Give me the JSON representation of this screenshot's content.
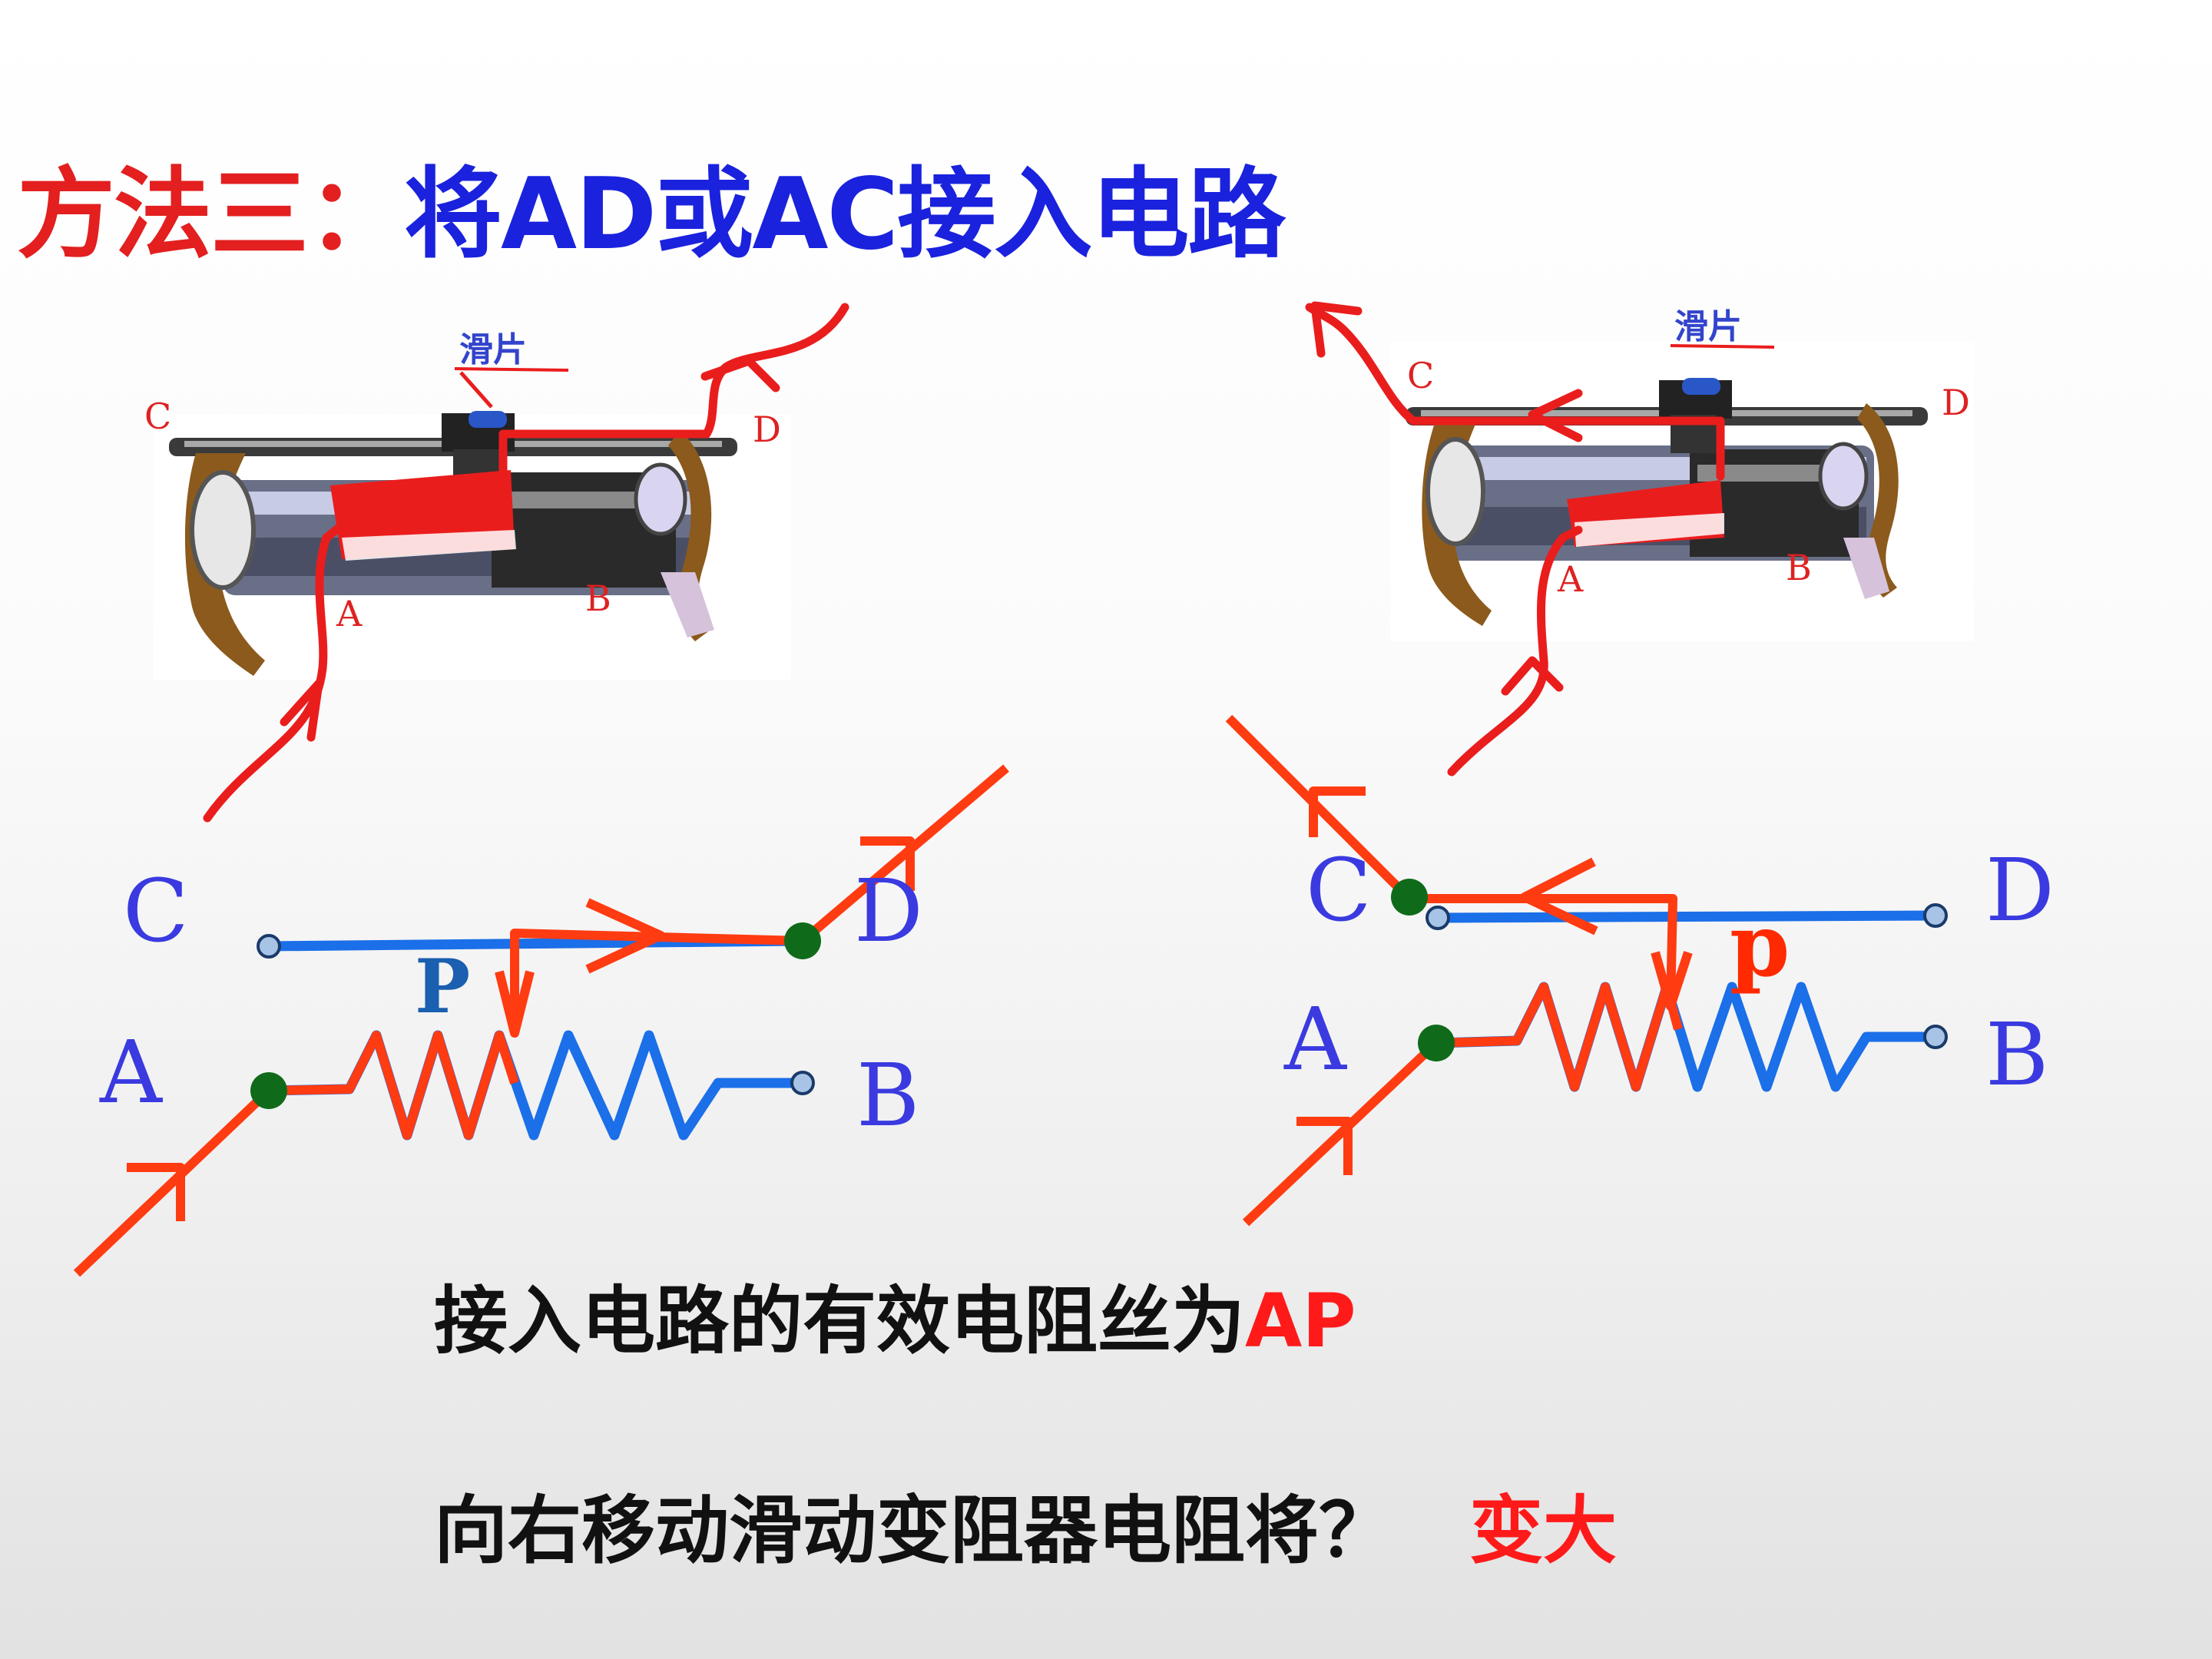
{
  "title": {
    "prefix": "方法三：",
    "body": "将AD或AC接入电路"
  },
  "photo_labels": {
    "slider": "滑片",
    "C": "C",
    "D": "D",
    "A": "A",
    "B": "B"
  },
  "diagram_left": {
    "C": "C",
    "D": "D",
    "A": "A",
    "B": "B",
    "P": "P"
  },
  "diagram_right": {
    "C": "C",
    "D": "D",
    "A": "A",
    "B": "B",
    "P": "p"
  },
  "text_lines": {
    "line1_text": "接入电路的有效电阻丝为",
    "line1_answer": "AP",
    "line2_text": "向右移动滑动变阻器电阻将？",
    "line2_answer": "变大"
  },
  "colors": {
    "wire_blue": "#1b6fe8",
    "current_red": "#ff3b12",
    "label_blue": "#3a3ae0",
    "title_red": "#e31f1f",
    "title_blue": "#1a22dd",
    "node_green": "#0f6b1a"
  }
}
